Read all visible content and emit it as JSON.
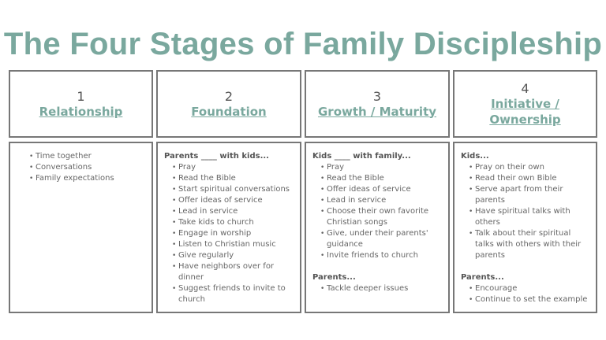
{
  "title": "The Four Stages of Family Discipleship",
  "accent_color": "#7aa89e",
  "columns": [
    {
      "number": "1",
      "stage": "Relationship",
      "sections": [
        {
          "heading": "",
          "items": [
            "Time together",
            "Conversations",
            "Family expectations"
          ]
        }
      ]
    },
    {
      "number": "2",
      "stage": "Foundation",
      "sections": [
        {
          "heading": "Parents ____ with kids...",
          "items": [
            "Pray",
            "Read the Bible",
            "Start spiritual conversations",
            "Offer ideas of service",
            "Lead in service",
            "Take kids to church",
            "Engage in worship",
            "Listen to Christian music",
            "Give regularly",
            "Have neighbors over for dinner",
            "Suggest friends to invite to church"
          ]
        }
      ]
    },
    {
      "number": "3",
      "stage": "Growth / Maturity",
      "sections": [
        {
          "heading": "Kids ____ with family...",
          "items": [
            "Pray",
            "Read the Bible",
            "Offer ideas of service",
            "Lead in service",
            "Choose their own favorite Christian songs",
            "Give, under their parents' guidance",
            "Invite friends to church"
          ]
        },
        {
          "heading": "Parents...",
          "items": [
            "Tackle deeper issues"
          ]
        }
      ]
    },
    {
      "number": "4",
      "stage": "Initiative / Ownership",
      "sections": [
        {
          "heading": "Kids...",
          "items": [
            "Pray on their own",
            "Read their own Bible",
            "Serve apart from their parents",
            "Have spiritual talks with others",
            "Talk about their spiritual talks with others with their parents"
          ]
        },
        {
          "heading": "Parents...",
          "items": [
            "Encourage",
            "Continue to set the example"
          ]
        }
      ]
    }
  ]
}
